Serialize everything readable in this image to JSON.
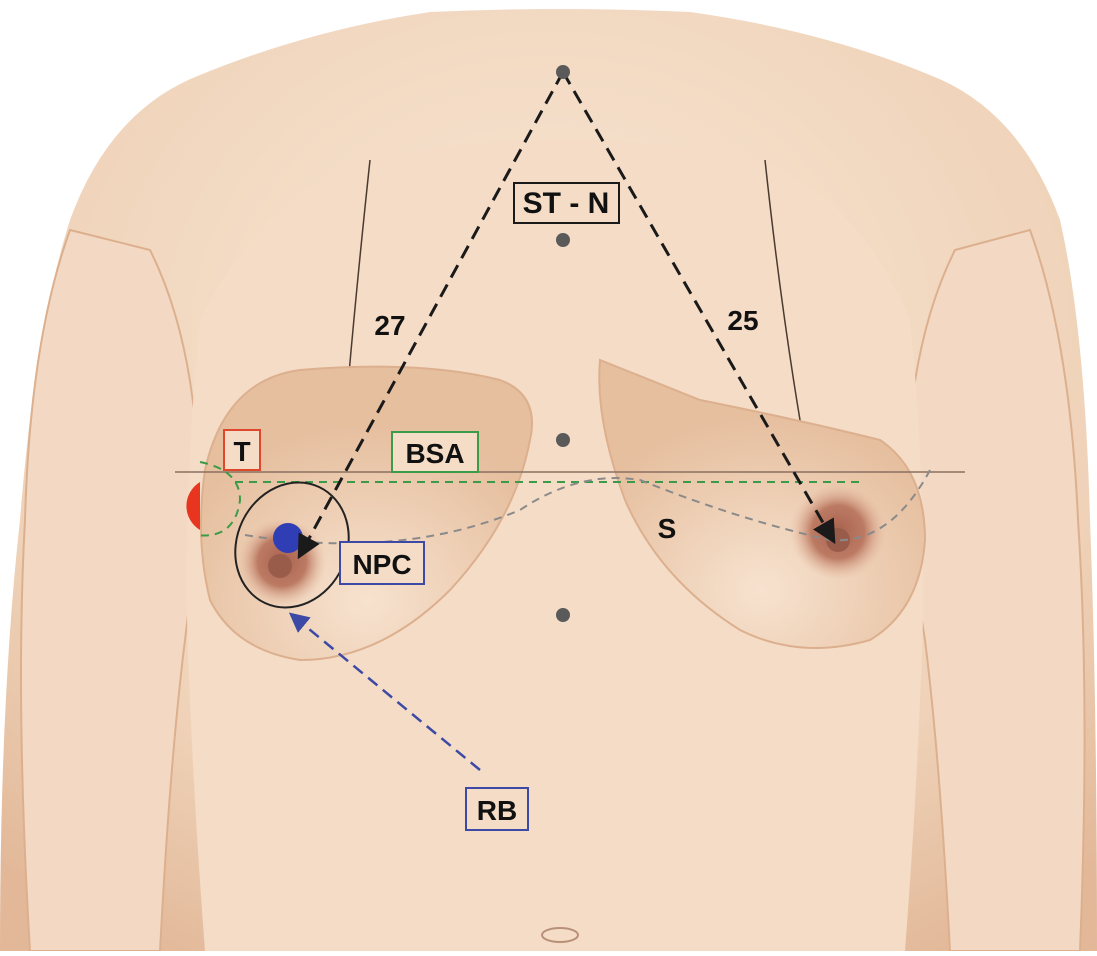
{
  "colors": {
    "skin_light": "#f6e0cc",
    "skin_mid": "#ecc8aa",
    "skin_shadow": "#d9aa88",
    "areola": "#b06a55",
    "nipple": "#9a5c4a",
    "red_marker": "#e8351f",
    "blue_marker": "#2f3eb5",
    "green_box": "#3a9b48",
    "red_box": "#e0482d",
    "blue_box": "#3c4aa5",
    "black_line": "#1a1a1a",
    "gray_dot": "#5a5a5a"
  },
  "labels": {
    "st_n": "ST - N",
    "left_distance": "27",
    "right_distance": "25",
    "t": "T",
    "bsa": "BSA",
    "s": "S",
    "npc": "NPC",
    "rb": "RB"
  },
  "icons": {
    "sternal_notch": "dot-icon",
    "midline_markers": "dot-icon",
    "nipple_target": "circle-icon",
    "tumor": "half-circle-icon"
  }
}
